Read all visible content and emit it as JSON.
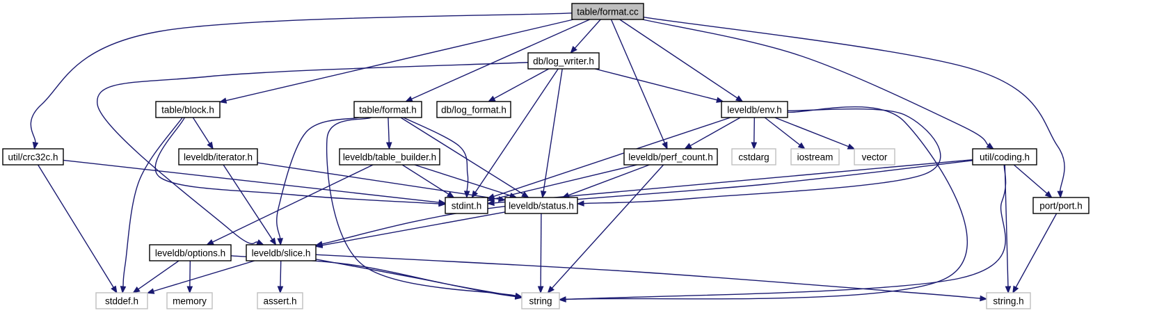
{
  "diagram": {
    "colors": {
      "edge": "#191970",
      "root_fill": "#bfbfbf",
      "internal_border": "#000000",
      "external_border": "#bfbfbf",
      "text": "#000000"
    },
    "nodes": [
      {
        "id": "table_format_cc",
        "label": "table/format.cc",
        "kind": "root"
      },
      {
        "id": "db_log_writer_h",
        "label": "db/log_writer.h",
        "kind": "internal"
      },
      {
        "id": "table_block_h",
        "label": "table/block.h",
        "kind": "internal"
      },
      {
        "id": "table_format_h",
        "label": "table/format.h",
        "kind": "internal"
      },
      {
        "id": "db_log_format_h",
        "label": "db/log_format.h",
        "kind": "internal"
      },
      {
        "id": "leveldb_env_h",
        "label": "leveldb/env.h",
        "kind": "internal"
      },
      {
        "id": "util_crc32c_h",
        "label": "util/crc32c.h",
        "kind": "internal"
      },
      {
        "id": "leveldb_iterator_h",
        "label": "leveldb/iterator.h",
        "kind": "internal"
      },
      {
        "id": "leveldb_table_builder_h",
        "label": "leveldb/table_builder.h",
        "kind": "internal"
      },
      {
        "id": "leveldb_perf_count_h",
        "label": "leveldb/perf_count.h",
        "kind": "internal"
      },
      {
        "id": "cstdarg",
        "label": "cstdarg",
        "kind": "external"
      },
      {
        "id": "iostream",
        "label": "iostream",
        "kind": "external"
      },
      {
        "id": "vector",
        "label": "vector",
        "kind": "external"
      },
      {
        "id": "util_coding_h",
        "label": "util/coding.h",
        "kind": "internal"
      },
      {
        "id": "stdint_h",
        "label": "stdint.h",
        "kind": "internal"
      },
      {
        "id": "leveldb_status_h",
        "label": "leveldb/status.h",
        "kind": "internal"
      },
      {
        "id": "port_port_h",
        "label": "port/port.h",
        "kind": "internal"
      },
      {
        "id": "leveldb_options_h",
        "label": "leveldb/options.h",
        "kind": "internal"
      },
      {
        "id": "leveldb_slice_h",
        "label": "leveldb/slice.h",
        "kind": "internal"
      },
      {
        "id": "stddef_h",
        "label": "stddef.h",
        "kind": "external"
      },
      {
        "id": "memory",
        "label": "memory",
        "kind": "external"
      },
      {
        "id": "assert_h",
        "label": "assert.h",
        "kind": "external"
      },
      {
        "id": "string",
        "label": "string",
        "kind": "external"
      },
      {
        "id": "string_h",
        "label": "string.h",
        "kind": "external"
      }
    ],
    "edges": [
      [
        "table_format_cc",
        "db_log_writer_h"
      ],
      [
        "table_format_cc",
        "table_block_h"
      ],
      [
        "table_format_cc",
        "table_format_h"
      ],
      [
        "table_format_cc",
        "util_crc32c_h"
      ],
      [
        "table_format_cc",
        "leveldb_env_h"
      ],
      [
        "table_format_cc",
        "leveldb_perf_count_h"
      ],
      [
        "table_format_cc",
        "util_coding_h"
      ],
      [
        "table_format_cc",
        "port_port_h"
      ],
      [
        "db_log_writer_h",
        "db_log_format_h"
      ],
      [
        "db_log_writer_h",
        "leveldb_env_h"
      ],
      [
        "db_log_writer_h",
        "leveldb_slice_h"
      ],
      [
        "db_log_writer_h",
        "stdint_h"
      ],
      [
        "db_log_writer_h",
        "leveldb_status_h"
      ],
      [
        "table_block_h",
        "leveldb_iterator_h"
      ],
      [
        "table_block_h",
        "stddef_h"
      ],
      [
        "table_block_h",
        "stdint_h"
      ],
      [
        "table_format_h",
        "leveldb_table_builder_h"
      ],
      [
        "table_format_h",
        "stdint_h"
      ],
      [
        "table_format_h",
        "leveldb_status_h"
      ],
      [
        "table_format_h",
        "leveldb_slice_h"
      ],
      [
        "table_format_h",
        "string"
      ],
      [
        "leveldb_env_h",
        "cstdarg"
      ],
      [
        "leveldb_env_h",
        "iostream"
      ],
      [
        "leveldb_env_h",
        "vector"
      ],
      [
        "leveldb_env_h",
        "leveldb_perf_count_h"
      ],
      [
        "leveldb_env_h",
        "stdint_h"
      ],
      [
        "leveldb_env_h",
        "leveldb_status_h"
      ],
      [
        "leveldb_env_h",
        "string"
      ],
      [
        "util_crc32c_h",
        "stdint_h"
      ],
      [
        "util_crc32c_h",
        "stddef_h"
      ],
      [
        "leveldb_iterator_h",
        "leveldb_status_h"
      ],
      [
        "leveldb_iterator_h",
        "leveldb_slice_h"
      ],
      [
        "leveldb_table_builder_h",
        "stdint_h"
      ],
      [
        "leveldb_table_builder_h",
        "leveldb_status_h"
      ],
      [
        "leveldb_table_builder_h",
        "leveldb_options_h"
      ],
      [
        "leveldb_perf_count_h",
        "stdint_h"
      ],
      [
        "leveldb_perf_count_h",
        "leveldb_status_h"
      ],
      [
        "leveldb_perf_count_h",
        "string"
      ],
      [
        "util_coding_h",
        "stdint_h"
      ],
      [
        "util_coding_h",
        "leveldb_slice_h"
      ],
      [
        "util_coding_h",
        "port_port_h"
      ],
      [
        "util_coding_h",
        "string_h"
      ],
      [
        "util_coding_h",
        "string"
      ],
      [
        "leveldb_status_h",
        "leveldb_slice_h"
      ],
      [
        "leveldb_status_h",
        "string"
      ],
      [
        "port_port_h",
        "string_h"
      ],
      [
        "leveldb_options_h",
        "stddef_h"
      ],
      [
        "leveldb_options_h",
        "memory"
      ],
      [
        "leveldb_options_h",
        "string"
      ],
      [
        "leveldb_slice_h",
        "assert_h"
      ],
      [
        "leveldb_slice_h",
        "stddef_h"
      ],
      [
        "leveldb_slice_h",
        "string"
      ],
      [
        "leveldb_slice_h",
        "string_h"
      ]
    ]
  }
}
